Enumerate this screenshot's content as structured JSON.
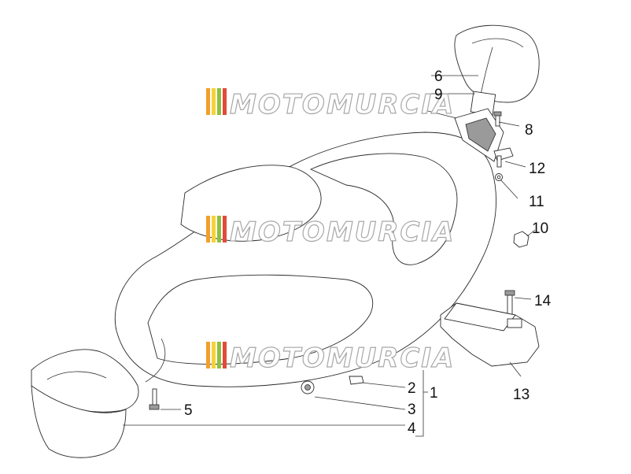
{
  "watermark": {
    "text": "MOTOMURCIA"
  },
  "callouts": {
    "c1": "1",
    "c2": "2",
    "c3": "3",
    "c4": "4",
    "c5": "5",
    "c6": "6",
    "c7": "8",
    "c8": "9",
    "c9": "10",
    "c10": "11",
    "c11": "12",
    "c12": "13",
    "c13": "14"
  },
  "colors": {
    "line": "#2a2a2a",
    "watermark_stripes": [
      "#f2a02a",
      "#f4d23a",
      "#8fbf3f",
      "#e34a3a"
    ]
  }
}
